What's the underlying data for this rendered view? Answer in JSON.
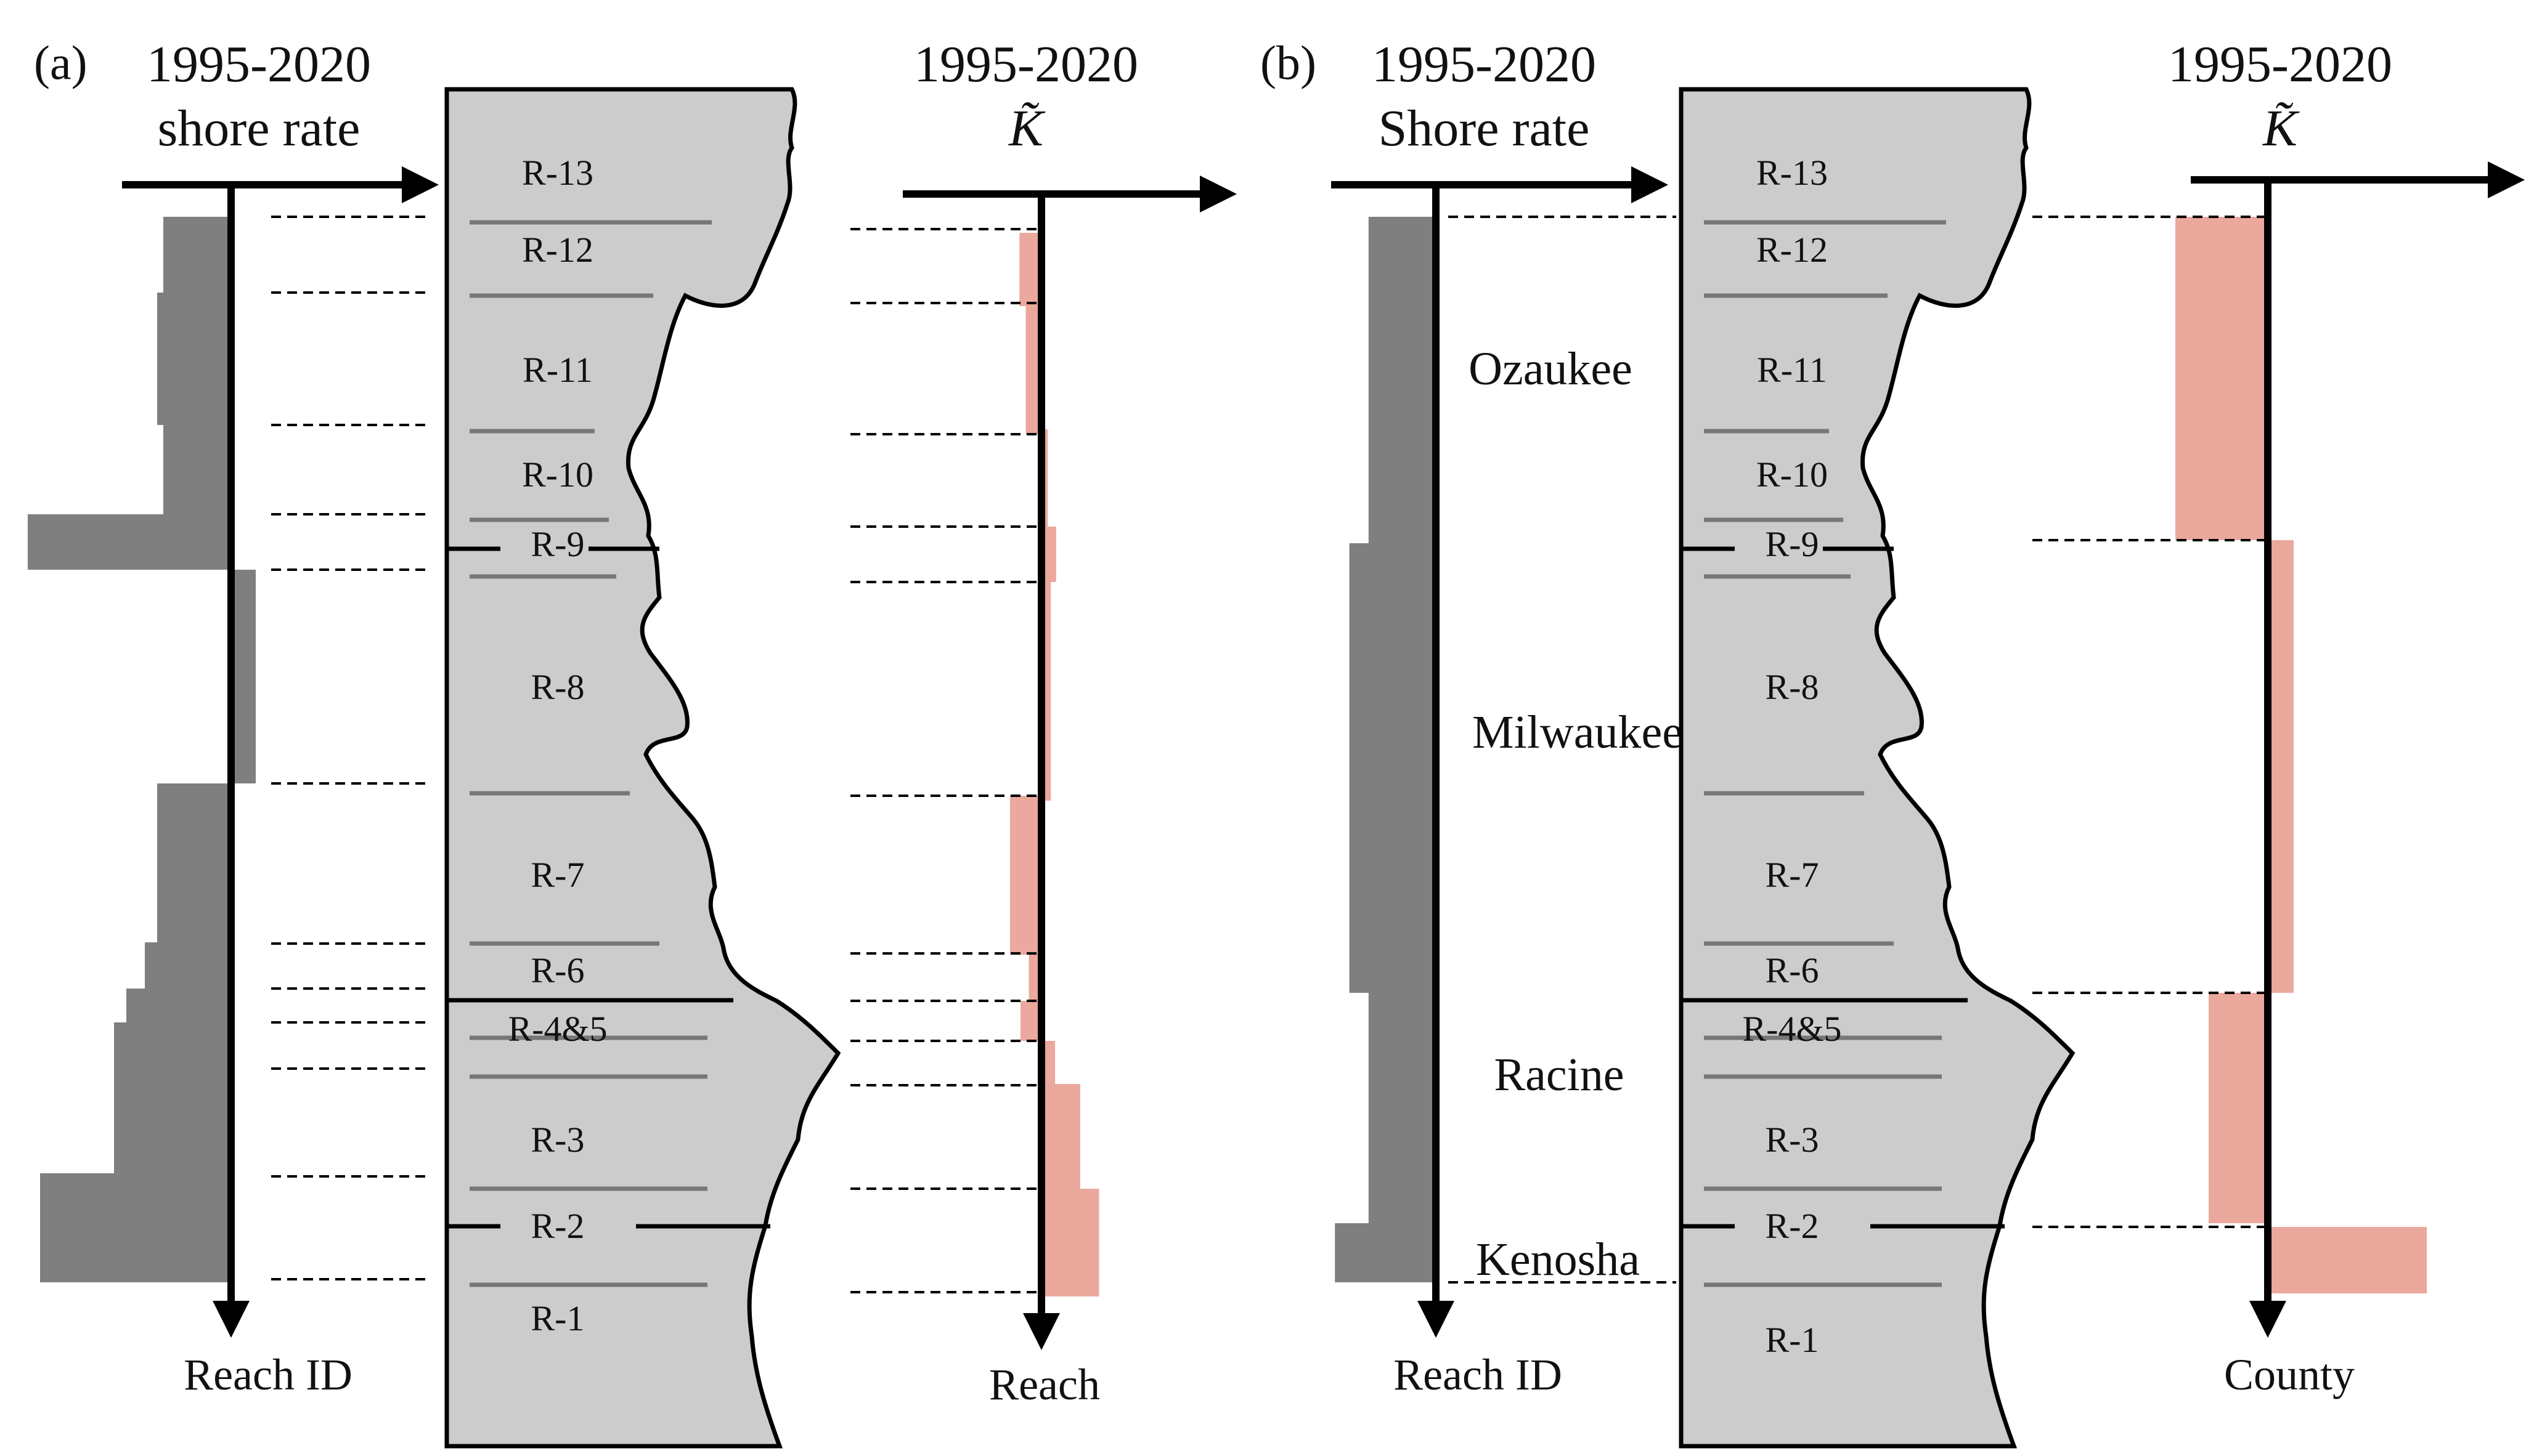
{
  "colors": {
    "shore_bar": "#7f7f7f",
    "k_bar": "#eba89d",
    "shoreline_fill": "#cccccc",
    "reach_line": "#777777",
    "ink": "#000000"
  },
  "panel_a": {
    "panel_label": "(a)",
    "shore_title_1": "1995-2020",
    "shore_title_2": "shore rate",
    "shore_axis_label": "Reach ID",
    "k_title_1": "1995-2020",
    "k_title_2": "K̃",
    "k_axis_label": "Reach"
  },
  "panel_b": {
    "panel_label": "(b)",
    "shore_title_1": "1995-2020",
    "shore_title_2": "Shore rate",
    "shore_axis_label": "Reach ID",
    "k_title_1": "1995-2020",
    "k_title_2": "K̃",
    "k_axis_label": "County",
    "counties": [
      "Ozaukee",
      "Milwaukee",
      "Racine",
      "Kenosha"
    ]
  },
  "reaches_a": [
    "R-13",
    "R-12",
    "R-11",
    "R-10",
    "R-9",
    "R-8",
    "R-7",
    "R-6",
    "R-4&5",
    "R-3",
    "R-2",
    "R-1"
  ],
  "reaches_b": [
    "R-13",
    "R-12",
    "R-11",
    "R-10",
    "R-9",
    "R-8",
    "R-7",
    "R-6",
    "R-4&5",
    "R-3",
    "R-2",
    "R-1"
  ],
  "chart_data": [
    {
      "type": "bar",
      "panel": "a-shore-rate",
      "title": "1995-2020 shore rate",
      "ylabel": "Reach ID",
      "categories": [
        "R-12",
        "R-11",
        "R-10",
        "R-9",
        "R-8",
        "R-7",
        "R-6",
        "R-5",
        "R-4",
        "R-3",
        "R-2"
      ],
      "values": [
        -1.1,
        -1.2,
        -1.1,
        -3.3,
        0.4,
        -1.2,
        -1.4,
        -1.7,
        -1.9,
        -1.9,
        -3.1
      ]
    },
    {
      "type": "bar",
      "panel": "a-k",
      "title": "1995-2020 K̃",
      "ylabel": "Reach",
      "categories": [
        "R-12",
        "R-11",
        "R-10",
        "R-9",
        "R-8",
        "R-7",
        "R-6",
        "R-4&5",
        "R-3",
        "R-2",
        "R-1"
      ],
      "values": [
        -2.1,
        -1.5,
        0.6,
        1.4,
        0.9,
        -3.0,
        -1.2,
        -2.0,
        1.3,
        3.7,
        5.5
      ]
    },
    {
      "type": "bar",
      "panel": "b-shore-rate",
      "title": "1995-2020 Shore rate",
      "ylabel": "Reach ID",
      "categories": [
        "Ozaukee",
        "Milwaukee",
        "Racine",
        "Kenosha"
      ],
      "values": [
        -1.4,
        -1.8,
        -1.4,
        -2.1
      ]
    },
    {
      "type": "bar",
      "panel": "b-k",
      "title": "1995-2020 K̃",
      "ylabel": "County",
      "categories": [
        "Ozaukee",
        "Milwaukee",
        "Racine",
        "Kenosha"
      ],
      "values": [
        -2.5,
        0.7,
        -1.6,
        4.3
      ]
    }
  ]
}
